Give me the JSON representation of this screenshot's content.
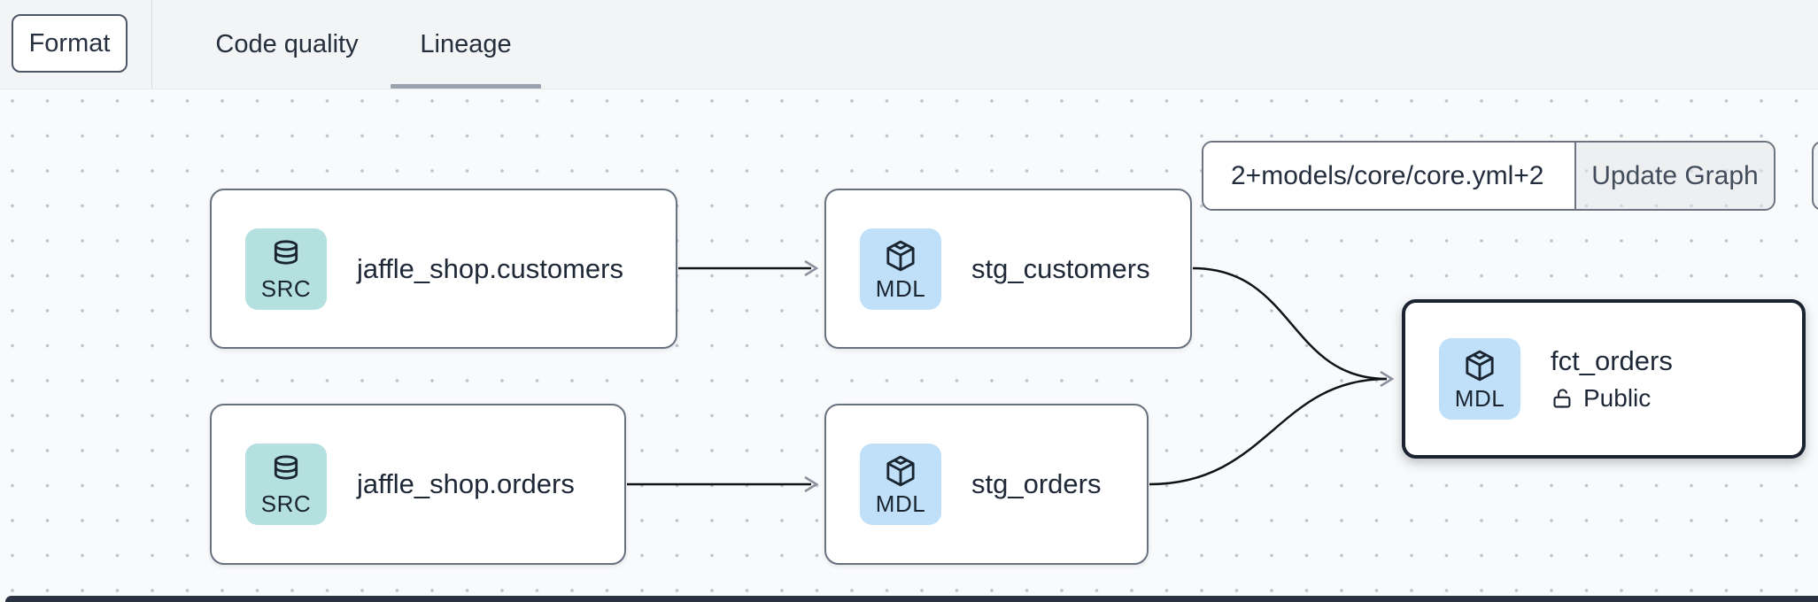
{
  "toolbar": {
    "format_label": "Format"
  },
  "tabs": [
    {
      "label": "Code quality",
      "active": false
    },
    {
      "label": "Lineage",
      "active": true
    }
  ],
  "selector": {
    "value": "2+models/core/core.yml+2",
    "update_label": "Update Graph"
  },
  "nodes": [
    {
      "id": "jaffle_shop.customers",
      "type": "SRC",
      "label": "jaffle_shop.customers",
      "selected": false
    },
    {
      "id": "stg_customers",
      "type": "MDL",
      "label": "stg_customers",
      "selected": false
    },
    {
      "id": "jaffle_shop.orders",
      "type": "SRC",
      "label": "jaffle_shop.orders",
      "selected": false
    },
    {
      "id": "stg_orders",
      "type": "MDL",
      "label": "stg_orders",
      "selected": false
    },
    {
      "id": "fct_orders",
      "type": "MDL",
      "label": "fct_orders",
      "access": "Public",
      "selected": true
    }
  ],
  "edges": [
    {
      "from": "jaffle_shop.customers",
      "to": "stg_customers"
    },
    {
      "from": "jaffle_shop.orders",
      "to": "stg_orders"
    },
    {
      "from": "stg_customers",
      "to": "fct_orders"
    },
    {
      "from": "stg_orders",
      "to": "fct_orders"
    }
  ],
  "colors": {
    "topbar_bg": "#f3f4f6",
    "canvas_bg": "#f9fafb",
    "src_icon_bg": "#b5e0e0",
    "mdl_icon_bg": "#bfe0f8",
    "selected_border": "#1b2230"
  }
}
